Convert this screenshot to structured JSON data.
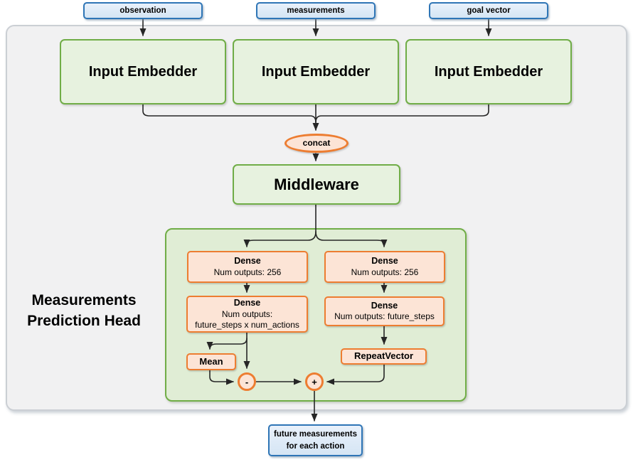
{
  "colors": {
    "blue_border": "#2E75B6",
    "blue_fill": "#DEEBF7",
    "green_border": "#70AD47",
    "green_box_fill": "#E7F2DF",
    "green_container_fill": "#E0EDD5",
    "orange_border": "#ED7D31",
    "orange_fill": "#FCE4D6",
    "outer_container_fill": "#F1F1F2",
    "outer_container_border": "#CBCFD4",
    "connector_line": "#262626"
  },
  "inputs": [
    {
      "label": "observation"
    },
    {
      "label": "measurements"
    },
    {
      "label": "goal vector"
    }
  ],
  "embedders": [
    {
      "label": "Input Embedder"
    },
    {
      "label": "Input Embedder"
    },
    {
      "label": "Input Embedder"
    }
  ],
  "concat": {
    "label": "concat"
  },
  "middleware": {
    "label": "Middleware"
  },
  "head": {
    "label_line1": "Measurements",
    "label_line2": "Prediction Head",
    "left": {
      "dense1": {
        "title": "Dense",
        "subtitle": "Num outputs: 256"
      },
      "dense2": {
        "title": "Dense",
        "subtitle_line1": "Num outputs:",
        "subtitle_line2": "future_steps x num_actions"
      },
      "mean": {
        "label": "Mean"
      },
      "op": {
        "label": "-"
      }
    },
    "right": {
      "dense1": {
        "title": "Dense",
        "subtitle": "Num outputs: 256"
      },
      "dense2": {
        "title": "Dense",
        "subtitle": "Num outputs: future_steps"
      },
      "repeat": {
        "label": "RepeatVector"
      },
      "op": {
        "label": "+"
      }
    }
  },
  "output": {
    "label_line1": "future measurements",
    "label_line2": "for each action"
  }
}
